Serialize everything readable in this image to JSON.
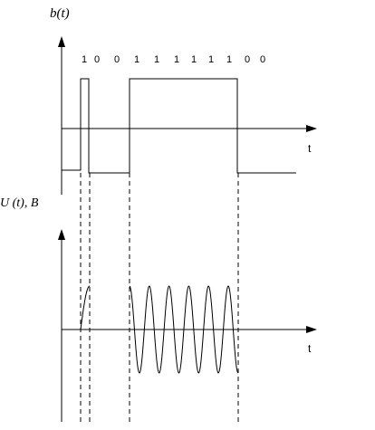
{
  "top_plot": {
    "ylabel": "b(t)",
    "xlabel": "t",
    "bits": [
      "1",
      "0",
      "0",
      "1",
      "1",
      "1",
      "1",
      "1",
      "1",
      "0",
      "0"
    ]
  },
  "bottom_plot": {
    "ylabel": "U (t), B",
    "xlabel": "t"
  },
  "colors": {
    "line": "#000000",
    "background": "#ffffff"
  }
}
